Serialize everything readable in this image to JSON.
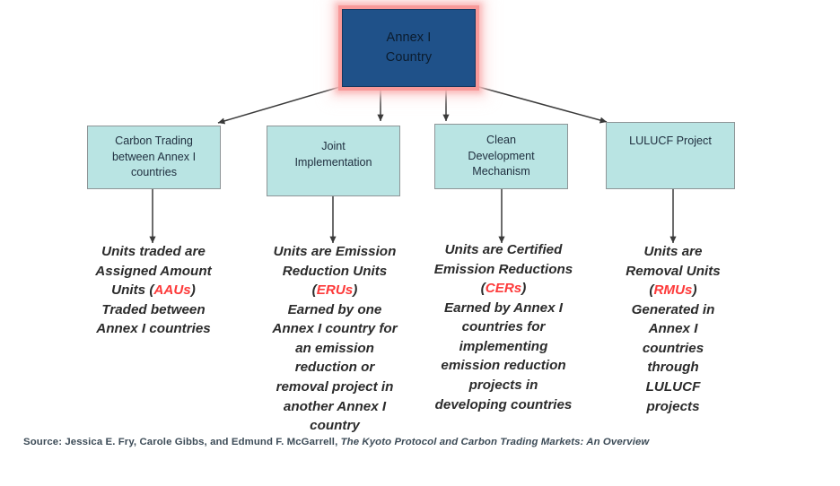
{
  "diagram": {
    "title": "Annex I Country carbon market mechanisms",
    "colors": {
      "root_fill": "#1f5189",
      "root_glow": "#f79696",
      "child_fill": "#b9e4e3",
      "child_border": "#8e9597",
      "connector": "#3a3a3a",
      "highlight_text": "#fd3a3a",
      "background": "#ffffff"
    },
    "root": {
      "label_line1": "Annex I",
      "label_line2": "Country"
    },
    "nodes": [
      {
        "id": "carbon-trading",
        "label_line1": "Carbon Trading",
        "label_line2": "between Annex I",
        "label_line3": "countries"
      },
      {
        "id": "joint-implementation",
        "label_line1": "Joint",
        "label_line2": "Implementation",
        "label_line3": ""
      },
      {
        "id": "clean-development-mechanism",
        "label_line1": "Clean",
        "label_line2": "Development",
        "label_line3": "Mechanism"
      },
      {
        "id": "lulucf-project",
        "label_line1": "LULUCF Project",
        "label_line2": "",
        "label_line3": ""
      }
    ],
    "descriptions": [
      {
        "id": "aau-description",
        "pre": "Units traded are Assigned Amount Units (",
        "acronym": "AAUs",
        "post": ") Traded between Annex I countries",
        "lines": [
          "Units traded are",
          "Assigned Amount",
          "Units (AAUs)",
          "Traded between",
          "Annex I countries"
        ]
      },
      {
        "id": "eru-description",
        "pre": "Units are Emission Reduction Units (",
        "acronym": "ERUs",
        "post": ") Earned by one Annex I country for an emission reduction or removal project in another Annex I country",
        "lines": [
          "Units are Emission",
          "Reduction Units",
          "(ERUs)",
          "Earned by one",
          "Annex I country for",
          "an emission",
          "reduction or",
          "removal project in",
          "another Annex I",
          "country"
        ]
      },
      {
        "id": "cer-description",
        "pre": "Units are Certified Emission Reductions (",
        "acronym": "CERs",
        "post": ") Earned by Annex I countries for implementing emission reduction projects in developing countries",
        "lines": [
          "Units are Certified",
          "Emission Reductions",
          "(CERs)",
          "Earned by Annex I",
          "countries for",
          "implementing",
          "emission reduction",
          "projects in",
          "developing countries"
        ]
      },
      {
        "id": "rmu-description",
        "pre": "Units are Removal Units (",
        "acronym": "RMUs",
        "post": ") Generated in Annex I countries through LULUCF projects",
        "lines": [
          "Units are",
          "Removal Units",
          "(RMUs)",
          "Generated in",
          "Annex I",
          "countries",
          "through",
          "LULUCF",
          "projects"
        ]
      }
    ],
    "source": {
      "prefix": "Source: Jessica E. Fry, Carole Gibbs, and Edmund F. McGarrell, ",
      "title": "The Kyoto Protocol and Carbon Trading Markets: An Overview"
    }
  }
}
